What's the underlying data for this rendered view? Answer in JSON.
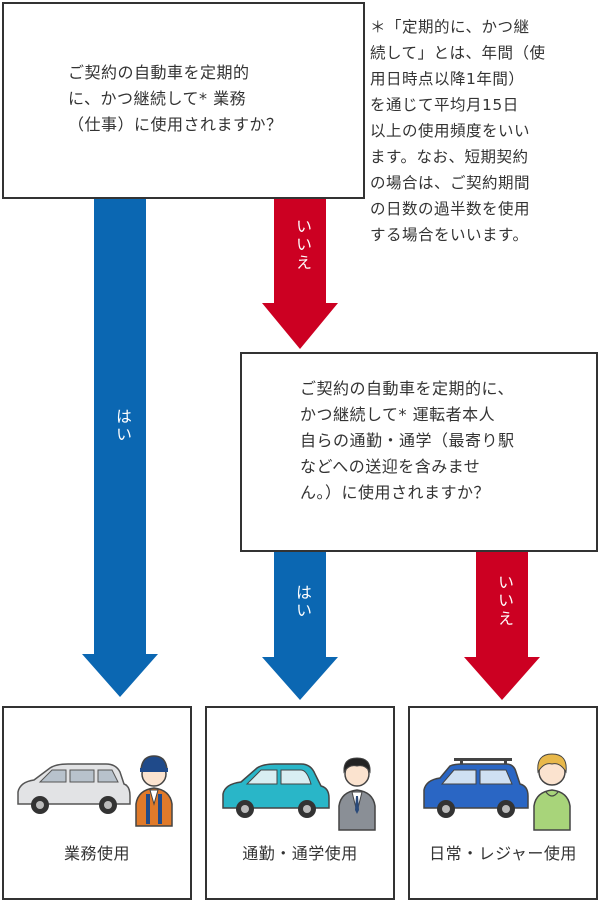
{
  "question1": "ご契約の自動車を定期的\nに、かつ継続して* 業務\n（仕事）に使用されますか？",
  "question2": "ご契約の自動車を定期的に、\nかつ継続して* 運転者本人\n自らの通勤・通学（最寄り駅\nなどへの送迎を含みませ\nん。）に使用されますか？",
  "note": "＊「定期的に、かつ継\n続して」とは、年間（使\n用日時点以降1年間）\nを通じて平均月15日\n以上の使用頻度をいい\nます。なお、短期契約\nの場合は、ご契約期間\nの日数の過半数を使用\nする場合をいいます。",
  "arrows": {
    "q1_yes": "はい",
    "q1_no": "いいえ",
    "q2_yes": "はい",
    "q2_no": "いいえ"
  },
  "results": {
    "business": "業務使用",
    "commute": "通勤・通学使用",
    "leisure": "日常・レジャー使用"
  },
  "colors": {
    "yes_arrow": "#0b67b2",
    "no_arrow": "#cc0022",
    "border": "#333333"
  }
}
